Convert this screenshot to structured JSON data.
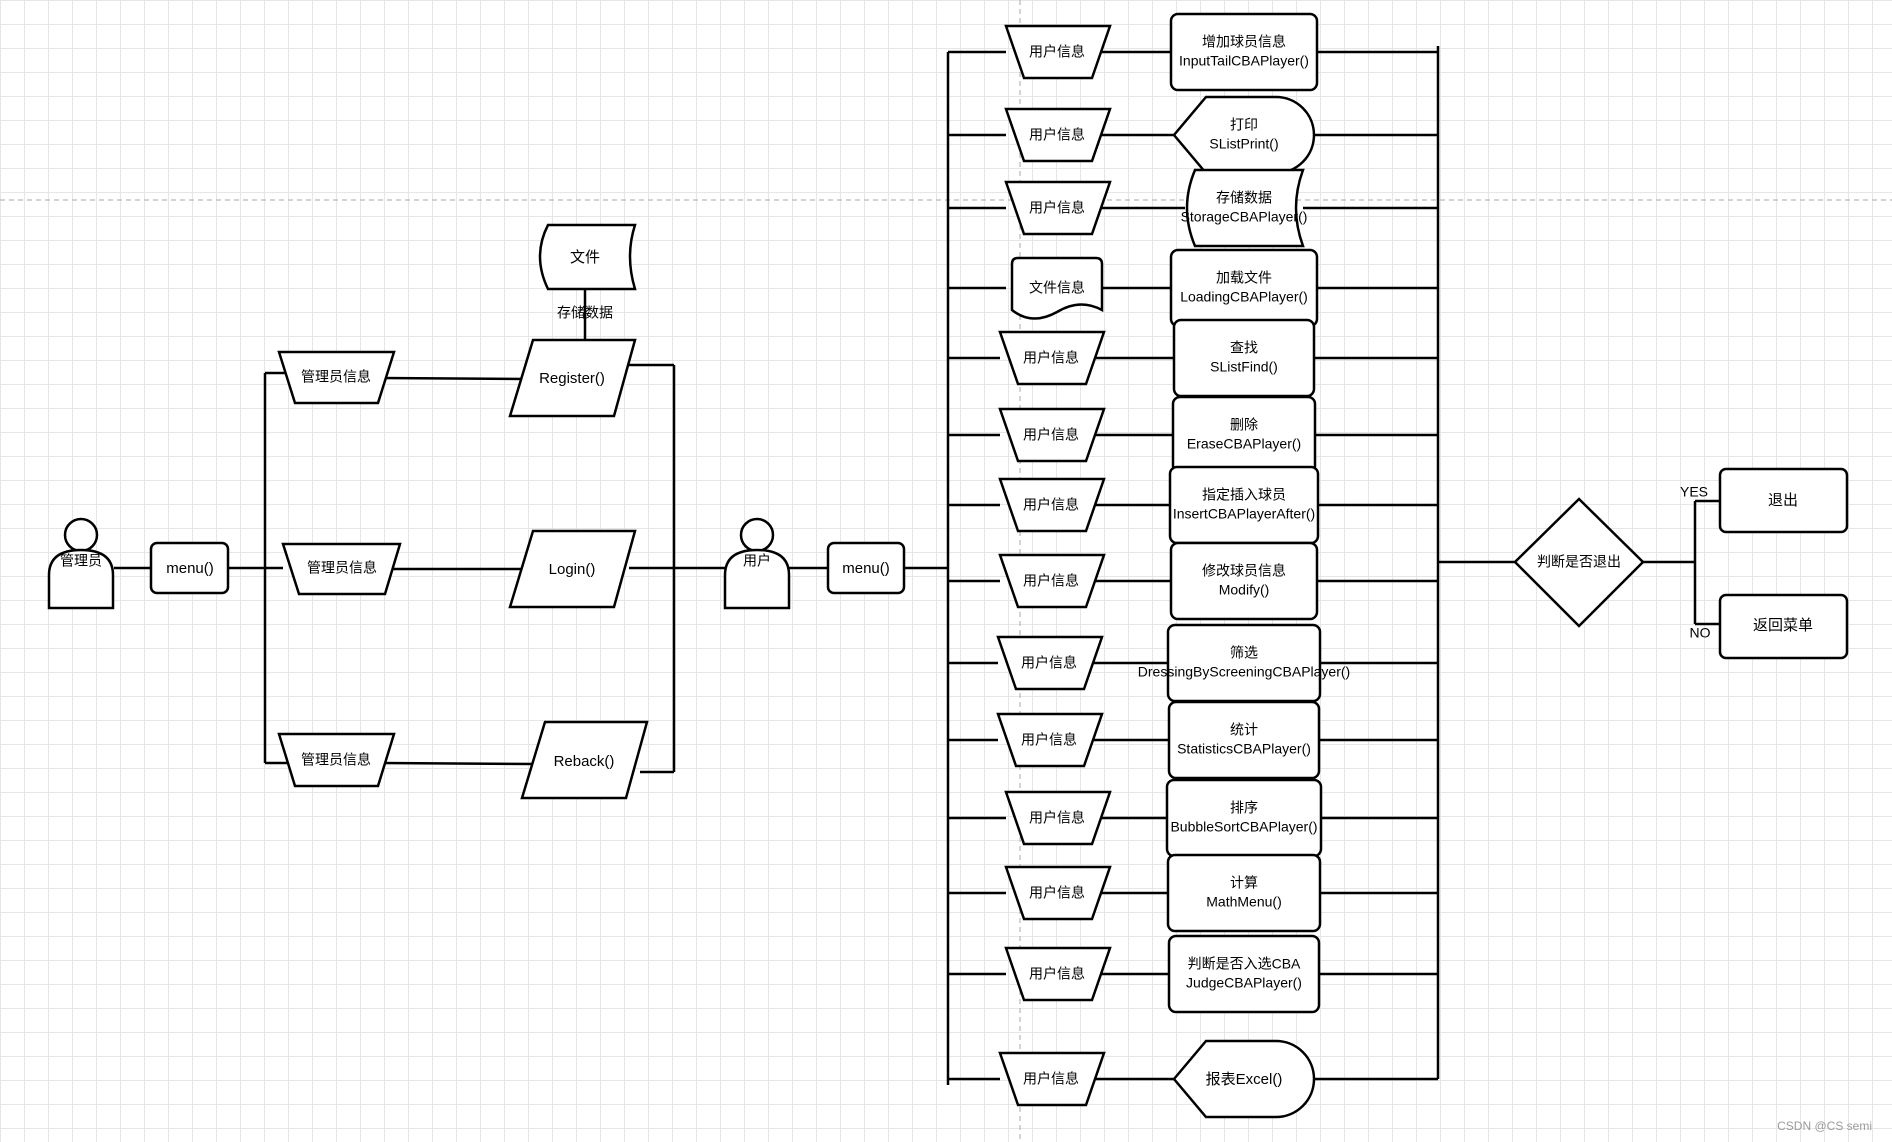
{
  "admin": {
    "actor_label": "管理员",
    "menu_label": "menu()",
    "info_label": "管理员信息",
    "file_label": "文件",
    "store_label": "存储数据",
    "register_label": "Register()",
    "login_label": "Login()",
    "reback_label": "Reback()"
  },
  "user": {
    "actor_label": "用户",
    "menu_label": "menu()",
    "functions": [
      {
        "input": "用户信息",
        "name": "增加球员信息",
        "call": "InputTailCBAPlayer()"
      },
      {
        "input": "用户信息",
        "name": "打印",
        "call": "SListPrint()"
      },
      {
        "input": "用户信息",
        "name": "存储数据",
        "call": "StorageCBAPlayer()"
      },
      {
        "input": "文件信息",
        "name": "加载文件",
        "call": "LoadingCBAPlayer()"
      },
      {
        "input": "用户信息",
        "name": "查找",
        "call": "SListFind()"
      },
      {
        "input": "用户信息",
        "name": "删除",
        "call": "EraseCBAPlayer()"
      },
      {
        "input": "用户信息",
        "name": "指定插入球员",
        "call": "InsertCBAPlayerAfter()"
      },
      {
        "input": "用户信息",
        "name": "修改球员信息",
        "call": "Modify()"
      },
      {
        "input": "用户信息",
        "name": "筛选",
        "call": "DressingByScreeningCBAPlayer()"
      },
      {
        "input": "用户信息",
        "name": "统计",
        "call": "StatisticsCBAPlayer()"
      },
      {
        "input": "用户信息",
        "name": "排序",
        "call": "BubbleSortCBAPlayer()"
      },
      {
        "input": "用户信息",
        "name": "计算",
        "call": "MathMenu()"
      },
      {
        "input": "用户信息",
        "name": "判断是否入选CBA",
        "call": "JudgeCBAPlayer()"
      },
      {
        "input": "用户信息",
        "name": "报表Excel()",
        "call": ""
      }
    ]
  },
  "decision": {
    "label": "判断是否退出",
    "yes_label": "YES",
    "no_label": "NO",
    "exit_label": "退出",
    "back_label": "返回菜单"
  },
  "watermark": "CSDN @CS semi"
}
